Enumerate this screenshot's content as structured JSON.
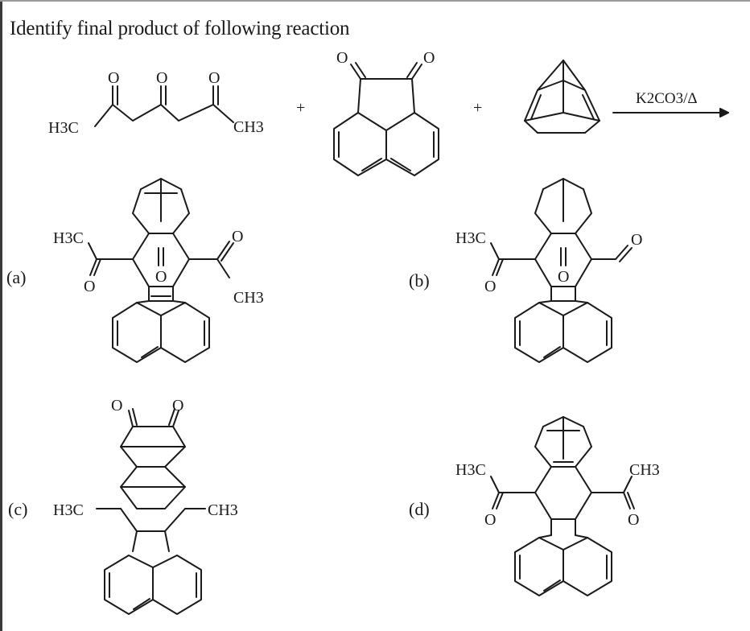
{
  "question": {
    "text": "Identify final product of following reaction"
  },
  "reaction": {
    "reactant1": {
      "left_group": "H3C",
      "right_group": "CH3",
      "oxygen": "O"
    },
    "plus": "+",
    "reagent": "K2CO3/Δ"
  },
  "options": [
    {
      "label": "(a)",
      "left_group": "H3C",
      "right_group": "CH3",
      "oxygen": "O"
    },
    {
      "label": "(b)",
      "left_group": "H3C",
      "oxygen": "O"
    },
    {
      "label": "(c)",
      "left_group": "H3C",
      "right_group": "CH3",
      "oxygen": "O"
    },
    {
      "label": "(d)",
      "left_group": "H3C",
      "right_group": "CH3",
      "oxygen": "O"
    }
  ]
}
